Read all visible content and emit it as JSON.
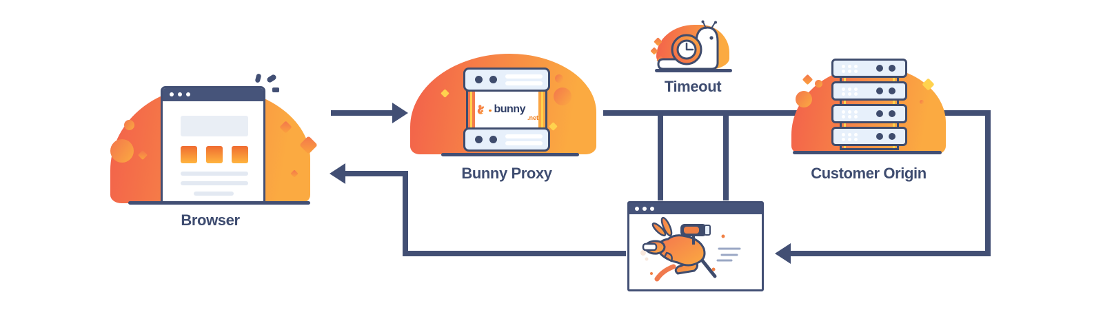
{
  "diagram": {
    "nodes": {
      "browser": {
        "label": "Browser",
        "icon": "browser-window"
      },
      "bunny_proxy": {
        "label": "Bunny Proxy",
        "icon": "proxy-server",
        "logo": {
          "brand": "bunny",
          "tld": ".net"
        }
      },
      "timeout": {
        "label": "Timeout",
        "icon": "snail-clock"
      },
      "customer_origin": {
        "label": "Customer Origin",
        "icon": "server-rack"
      },
      "mascot_window": {
        "icon": "leaping-bunny-mascot-window"
      }
    },
    "edges": [
      {
        "from": "Browser",
        "to": "Bunny Proxy",
        "style": "arrow-right"
      },
      {
        "from": "Bunny Proxy",
        "to": "Customer Origin",
        "style": "line-behind-node"
      },
      {
        "from": "Customer Origin",
        "to": "mascot window",
        "style": "arrow-down-left"
      },
      {
        "from": "Timeout",
        "to": "mascot window",
        "style": "two-drop-lines"
      },
      {
        "from": "mascot window",
        "to": "Browser",
        "style": "arrow-return-left"
      }
    ],
    "colors": {
      "navy": "#424f74",
      "orange_start": "#f3664a",
      "orange_end": "#fbaa41",
      "panel_blue": "#e7f0fb",
      "accent_yellow": "#ffd24e",
      "logo_orange": "#f0801f"
    }
  }
}
